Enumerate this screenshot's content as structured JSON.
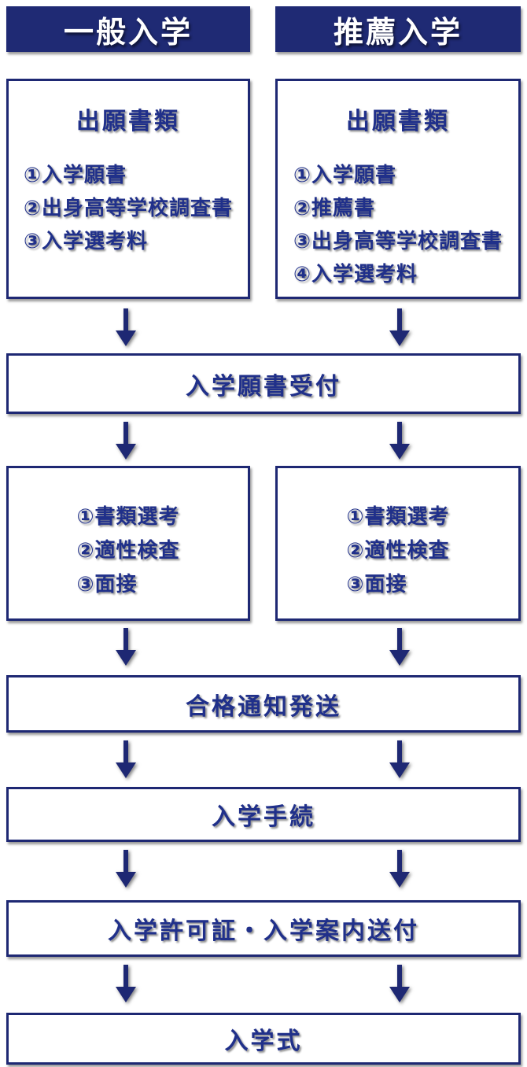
{
  "colors": {
    "navy_border": "#1e2873",
    "header_background": "#1f2a74",
    "header_text": "#ffffff",
    "body_text": "#20308a",
    "background": "#ffffff"
  },
  "icons": {
    "down_arrow": "down-arrow"
  },
  "columns": [
    {
      "header": "一般入学",
      "documents": {
        "title": "出願書類",
        "items": [
          "①入学願書",
          "②出身高等学校調査書",
          "③入学選考料"
        ]
      },
      "screening": {
        "items": [
          "①書類選考",
          "②適性検査",
          "③面接"
        ]
      }
    },
    {
      "header": "推薦入学",
      "documents": {
        "title": "出願書類",
        "items": [
          "①入学願書",
          "②推薦書",
          "③出身高等学校調査書",
          "④入学選考料"
        ]
      },
      "screening": {
        "items": [
          "①書類選考",
          "②適性検査",
          "③面接"
        ]
      }
    }
  ],
  "shared_steps": {
    "reception": "入学願書受付",
    "acceptance_notice": "合格通知発送",
    "enrollment": "入学手続",
    "permit_and_guide": "入学許可証・入学案内送付",
    "ceremony": "入学式"
  }
}
